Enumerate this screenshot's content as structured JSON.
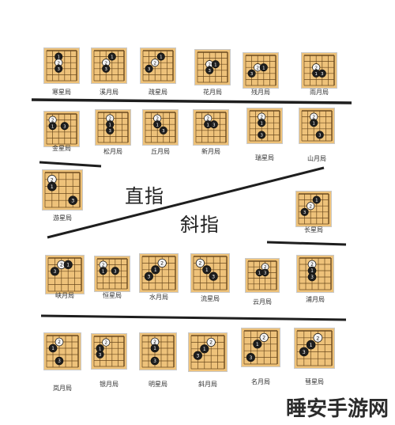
{
  "labels": {
    "zhizhi": "直指",
    "xiezhi": "斜指"
  },
  "watermark": "睡安手游网",
  "colors": {
    "board": "#eec27a",
    "grid": "#6b4a1e",
    "black": "#1e1e1e",
    "white": "#f4f4f4",
    "frame": "#c9c9c9",
    "rule": "#1e1e1e"
  },
  "boards": [
    {
      "name": "寒星局",
      "stones": [
        [
          "b",
          2,
          1
        ],
        [
          "w",
          2,
          2
        ],
        [
          "b",
          2,
          3
        ]
      ]
    },
    {
      "name": "溪月局",
      "stones": [
        [
          "b",
          3,
          1
        ],
        [
          "w",
          2,
          2
        ],
        [
          "b",
          2,
          3
        ]
      ]
    },
    {
      "name": "疏星局",
      "stones": [
        [
          "b",
          3,
          1
        ],
        [
          "w",
          2,
          2
        ],
        [
          "b",
          1,
          3
        ]
      ]
    },
    {
      "name": "花月局",
      "stones": [
        [
          "w",
          2,
          2
        ],
        [
          "b",
          3,
          2
        ],
        [
          "b",
          2,
          3
        ]
      ]
    },
    {
      "name": "残月局",
      "stones": [
        [
          "w",
          2,
          2
        ],
        [
          "b",
          3,
          2
        ],
        [
          "b",
          1,
          3
        ]
      ]
    },
    {
      "name": "雨月局",
      "stones": [
        [
          "w",
          2,
          2
        ],
        [
          "b",
          2,
          3
        ],
        [
          "b",
          3,
          3
        ]
      ]
    },
    {
      "name": "金星局",
      "stones": [
        [
          "w",
          1,
          1
        ],
        [
          "b",
          1,
          2
        ],
        [
          "b",
          3,
          2
        ]
      ]
    },
    {
      "name": "松月局",
      "stones": [
        [
          "w",
          2,
          1
        ],
        [
          "b",
          2,
          2
        ],
        [
          "b",
          2,
          3
        ]
      ]
    },
    {
      "name": "丘月局",
      "stones": [
        [
          "w",
          2,
          1
        ],
        [
          "b",
          2,
          2
        ],
        [
          "b",
          3,
          3
        ]
      ]
    },
    {
      "name": "新月局",
      "stones": [
        [
          "w",
          2,
          1
        ],
        [
          "b",
          2,
          2
        ],
        [
          "b",
          3,
          2
        ]
      ]
    },
    {
      "name": "瑞星局",
      "stones": [
        [
          "w",
          2,
          1
        ],
        [
          "b",
          2,
          2
        ],
        [
          "b",
          2,
          4
        ]
      ]
    },
    {
      "name": "山月局",
      "stones": [
        [
          "w",
          2,
          1
        ],
        [
          "b",
          2,
          2
        ],
        [
          "b",
          3,
          4
        ]
      ]
    },
    {
      "name": "游星局",
      "stones": [
        [
          "w",
          1,
          1
        ],
        [
          "b",
          1,
          2
        ],
        [
          "b",
          4,
          4
        ]
      ]
    },
    {
      "name": "长星局",
      "stones": [
        [
          "b",
          3,
          1
        ],
        [
          "w",
          2,
          2
        ],
        [
          "b",
          1,
          3
        ]
      ]
    },
    {
      "name": "峡月局",
      "stones": [
        [
          "w",
          2,
          1
        ],
        [
          "b",
          3,
          1
        ],
        [
          "b",
          1,
          2
        ]
      ]
    },
    {
      "name": "恒星局",
      "stones": [
        [
          "w",
          1,
          1
        ],
        [
          "b",
          1,
          2
        ],
        [
          "b",
          3,
          2
        ]
      ]
    },
    {
      "name": "水月局",
      "stones": [
        [
          "w",
          3,
          1
        ],
        [
          "b",
          2,
          2
        ],
        [
          "b",
          1,
          3
        ]
      ]
    },
    {
      "name": "流星局",
      "stones": [
        [
          "w",
          1,
          1
        ],
        [
          "b",
          2,
          2
        ],
        [
          "b",
          3,
          3
        ]
      ]
    },
    {
      "name": "云月局",
      "stones": [
        [
          "w",
          3,
          1
        ],
        [
          "b",
          2,
          2
        ],
        [
          "b",
          3,
          2
        ]
      ]
    },
    {
      "name": "浦月局",
      "stones": [
        [
          "w",
          2,
          1
        ],
        [
          "b",
          2,
          2
        ],
        [
          "b",
          2,
          3
        ]
      ]
    },
    {
      "name": "岚月局",
      "stones": [
        [
          "w",
          2,
          1
        ],
        [
          "b",
          1,
          2
        ],
        [
          "b",
          2,
          4
        ]
      ]
    },
    {
      "name": "银月局",
      "stones": [
        [
          "w",
          2,
          1
        ],
        [
          "b",
          1,
          2
        ],
        [
          "b",
          1,
          3
        ]
      ]
    },
    {
      "name": "明星局",
      "stones": [
        [
          "w",
          2,
          1
        ],
        [
          "b",
          2,
          2
        ],
        [
          "b",
          2,
          4
        ]
      ]
    },
    {
      "name": "斜月局",
      "stones": [
        [
          "w",
          3,
          1
        ],
        [
          "b",
          2,
          2
        ],
        [
          "b",
          1,
          3
        ]
      ]
    },
    {
      "name": "名月局",
      "stones": [
        [
          "w",
          3,
          1
        ],
        [
          "b",
          2,
          2
        ],
        [
          "b",
          1,
          4
        ]
      ]
    },
    {
      "name": "彗星局",
      "stones": [
        [
          "w",
          3,
          1
        ],
        [
          "b",
          2,
          2
        ],
        [
          "b",
          1,
          3
        ]
      ]
    }
  ]
}
